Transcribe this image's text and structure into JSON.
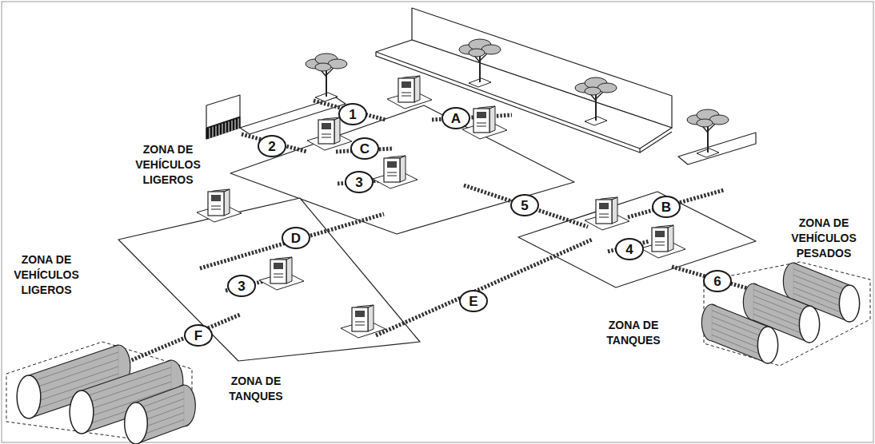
{
  "diagram": {
    "nodes": [
      {
        "text": [
          "1"
        ]
      },
      {
        "text": [
          "A"
        ]
      },
      {
        "text": [
          "2"
        ]
      },
      {
        "text": [
          "C"
        ]
      },
      {
        "text": [
          "3"
        ]
      },
      {
        "text": [
          "5"
        ]
      },
      {
        "text": [
          "B"
        ]
      },
      {
        "text": [
          "D"
        ]
      },
      {
        "text": [
          "4"
        ]
      },
      {
        "text": [
          "6"
        ]
      },
      {
        "text": [
          "3"
        ]
      },
      {
        "text": [
          "E"
        ]
      },
      {
        "text": [
          "F"
        ]
      }
    ],
    "labels": [
      "ZONA DE VEHÍCULOS LIGEROS",
      "ZONA DE VEHÍCULOS PESADOS",
      "ZONA DE VEHÍCULOS LIGEROS",
      "ZONA DE TANQUES",
      "ZONA DE TANQUES"
    ]
  }
}
